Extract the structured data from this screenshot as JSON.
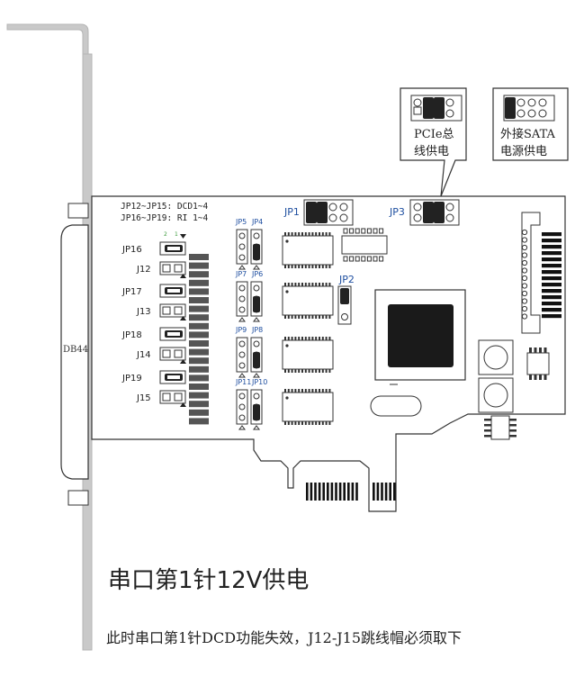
{
  "top_labels": {
    "pcie_line1": "PCIe总",
    "pcie_line2": "线供电",
    "sata_line1": "外接SATA",
    "sata_line2": "电源供电"
  },
  "board": {
    "note_line1": "JP12~JP15: DCD1~4",
    "note_line2": "JP16~JP19: RI 1~4",
    "connector_label": "DB44",
    "jumpers_big": {
      "jp1": "JP1",
      "jp2": "JP2",
      "jp3": "JP3"
    },
    "jumpers_small": {
      "jp5": "JP5",
      "jp4": "JP4",
      "jp7": "JP7",
      "jp6": "JP6",
      "jp9": "JP9",
      "jp8": "JP8",
      "jp11": "JP11",
      "jp10": "JP10"
    },
    "left_jumpers": {
      "jp16": "JP16",
      "j12": "J12",
      "jp17": "JP17",
      "j13": "J13",
      "jp18": "JP18",
      "j14": "J14",
      "jp19": "JP19",
      "j15": "J15"
    },
    "pin_markers": {
      "pin2": "2",
      "pin1": "1"
    }
  },
  "title": "串口第1针12V供电",
  "note": "此时串口第1针DCD功能失效，J12-J15跳线帽必须取下",
  "colors": {
    "blue_label": "#1f4fa0",
    "outline": "#333333",
    "bracket": "#c9c9c9",
    "green_marker": "#3a9a3a"
  }
}
